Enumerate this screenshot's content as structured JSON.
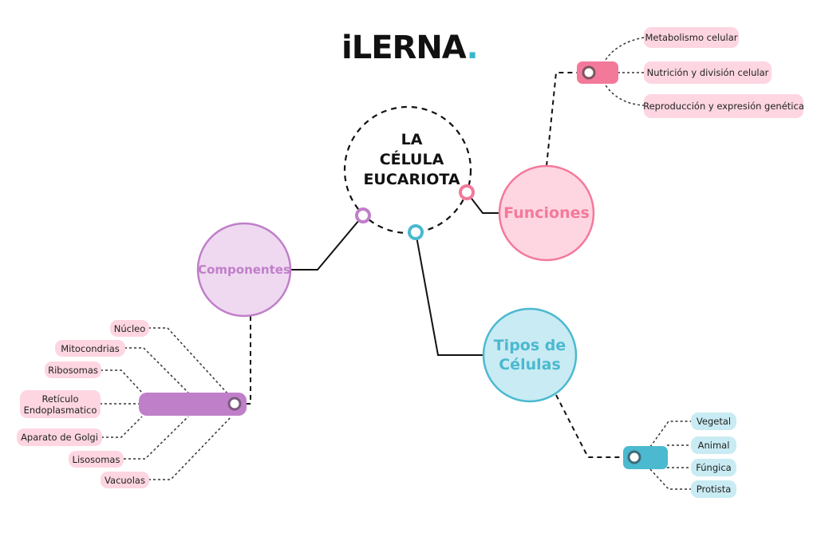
{
  "logo": {
    "text": "iLERNA",
    "dot": "."
  },
  "hub": {
    "line1": "LA",
    "line2": "CÉLULA",
    "line3": "EUCARIOTA"
  },
  "branches": {
    "funciones": {
      "title": "Funciones",
      "color": "#f3799a",
      "fill": "#fdd6e1",
      "items": [
        "Metabolismo celular",
        "Nutrición y división celular",
        "Reproducción y expresión genética"
      ]
    },
    "componentes": {
      "title": "Componentes",
      "color": "#c07fc9",
      "fill": "#efd9f1",
      "items": [
        "Núcleo",
        "Mitocondrias",
        "Ribosomas",
        "Retículo\nEndoplasmatico",
        "Aparato de Golgi",
        "Lisosomas",
        "Vacuolas"
      ]
    },
    "tipos": {
      "title": "Tipos de Células",
      "color": "#4bb9d0",
      "fill": "#c9ebf3",
      "items": [
        "Vegetal",
        "Animal",
        "Fúngica",
        "Protista"
      ]
    }
  }
}
